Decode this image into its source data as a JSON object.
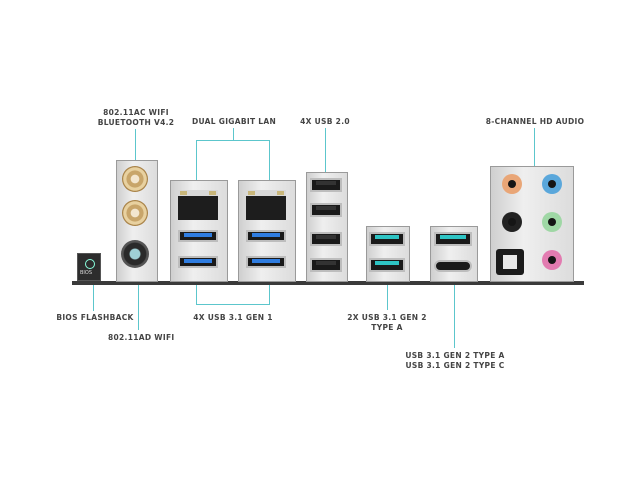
{
  "title": "Motherboard rear I/O panel",
  "labels": {
    "wifi_ac": [
      "802.11AC WIFI",
      "BLUETOOTH V4.2"
    ],
    "lan": "DUAL GIGABIT LAN",
    "usb20": "4X USB 2.0",
    "audio": "8-CHANNEL HD AUDIO",
    "bios": "BIOS FLASHBACK",
    "wifi_ad": "802.11AD WIFI",
    "usb31g1": "4X USB 3.1 GEN 1",
    "usb31g2a": [
      "2X USB 3.1 GEN 2",
      "TYPE A"
    ],
    "usb31g2ac": [
      "USB 3.1 GEN 2 TYPE A",
      "USB 3.1 GEN 2 TYPE C"
    ]
  },
  "bios_button_text": "BIOS",
  "colors": {
    "callout_line": "#5cc6cc",
    "usb3_blue": "#2f7de1",
    "usb31_teal": "#2ec4c4",
    "audio_orange": "#e9a677",
    "audio_blue": "#5aa7db",
    "audio_black": "#222222",
    "audio_green": "#9fd7a5",
    "audio_pink": "#e27bb0"
  }
}
